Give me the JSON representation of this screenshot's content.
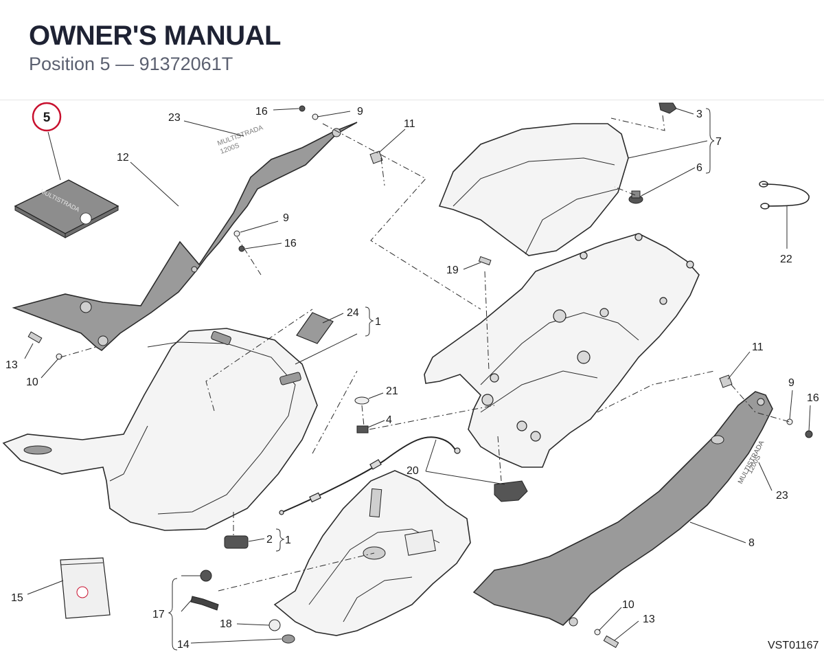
{
  "header": {
    "title": "OWNER'S MANUAL",
    "subtitle": "Position 5 — 91372061T"
  },
  "badge": {
    "number": "5"
  },
  "drawing_code": "VST01167",
  "manual_cover_text": "MULTISTRADA",
  "decal_text": {
    "left_line1": "MULTISTRADA",
    "left_line2": "1200S",
    "right_line1": "MULTISTRADA",
    "right_line2": "1200S"
  },
  "callouts": [
    {
      "id": "c23a",
      "text": "23"
    },
    {
      "id": "c16a",
      "text": "16"
    },
    {
      "id": "c9a",
      "text": "9"
    },
    {
      "id": "c11a",
      "text": "11"
    },
    {
      "id": "c3",
      "text": "3"
    },
    {
      "id": "c7",
      "text": "7"
    },
    {
      "id": "c6",
      "text": "6"
    },
    {
      "id": "c12",
      "text": "12"
    },
    {
      "id": "c9b",
      "text": "9"
    },
    {
      "id": "c16b",
      "text": "16"
    },
    {
      "id": "c22",
      "text": "22"
    },
    {
      "id": "c19",
      "text": "19"
    },
    {
      "id": "c24",
      "text": "24"
    },
    {
      "id": "c1a",
      "text": "1"
    },
    {
      "id": "c13a",
      "text": "13"
    },
    {
      "id": "c10a",
      "text": "10"
    },
    {
      "id": "c11b",
      "text": "11"
    },
    {
      "id": "c9c",
      "text": "9"
    },
    {
      "id": "c16c",
      "text": "16"
    },
    {
      "id": "c21",
      "text": "21"
    },
    {
      "id": "c4",
      "text": "4"
    },
    {
      "id": "c20",
      "text": "20"
    },
    {
      "id": "c23b",
      "text": "23"
    },
    {
      "id": "c2",
      "text": "2"
    },
    {
      "id": "c1b",
      "text": "1"
    },
    {
      "id": "c8",
      "text": "8"
    },
    {
      "id": "c15",
      "text": "15"
    },
    {
      "id": "c17",
      "text": "17"
    },
    {
      "id": "c18",
      "text": "18"
    },
    {
      "id": "c14",
      "text": "14"
    },
    {
      "id": "c10b",
      "text": "10"
    },
    {
      "id": "c13b",
      "text": "13"
    }
  ]
}
